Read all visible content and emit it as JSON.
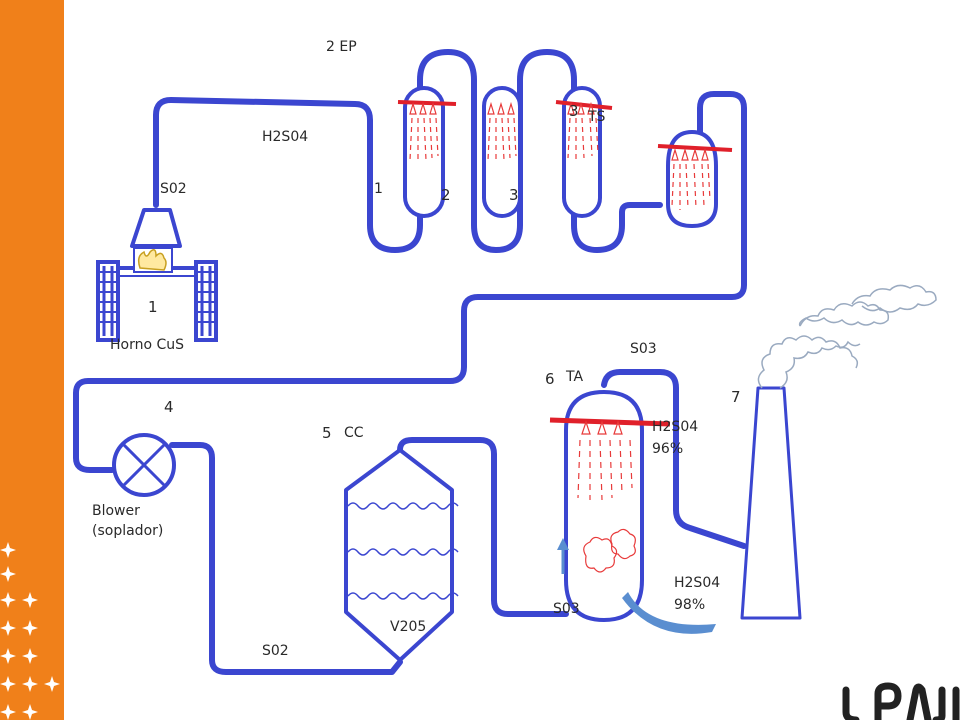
{
  "colors": {
    "pipe": "#3b46d0",
    "sidebar": "#f0801a",
    "spray_bar": "#e0202a",
    "spray": "#e83a3a",
    "flow_arrow": "#5a8ed0",
    "logo": "#222222"
  },
  "labels": {
    "ep": "2 EP",
    "h2so4_top": "H2S04",
    "so2_top": "S02",
    "tower1": "1",
    "tower2": "2",
    "tower3": "3",
    "ts_num": "3",
    "ts": "TS",
    "furnace_num": "1",
    "furnace": "Horno CuS",
    "so3_top": "S03",
    "ta_num": "6",
    "ta": "TA",
    "stack_num": "7",
    "blower_num": "4",
    "converter_num": "5",
    "converter": "CC",
    "h2so4_96_a": "H2S04",
    "h2so4_96_b": "96%",
    "blower_a": "Blower",
    "blower_b": "(soplador)",
    "h2so4_98_a": "H2S04",
    "h2so4_98_b": "98%",
    "so3_bottom": "S03",
    "v2o5": "V205",
    "so2_bottom": "S02"
  },
  "icons": {
    "sidebar_decoration": "sparkle-icon",
    "blower": "blower-icon",
    "furnace_flame": "flame-icon",
    "smoke": "smoke-icon",
    "logo": "logo-icon"
  }
}
